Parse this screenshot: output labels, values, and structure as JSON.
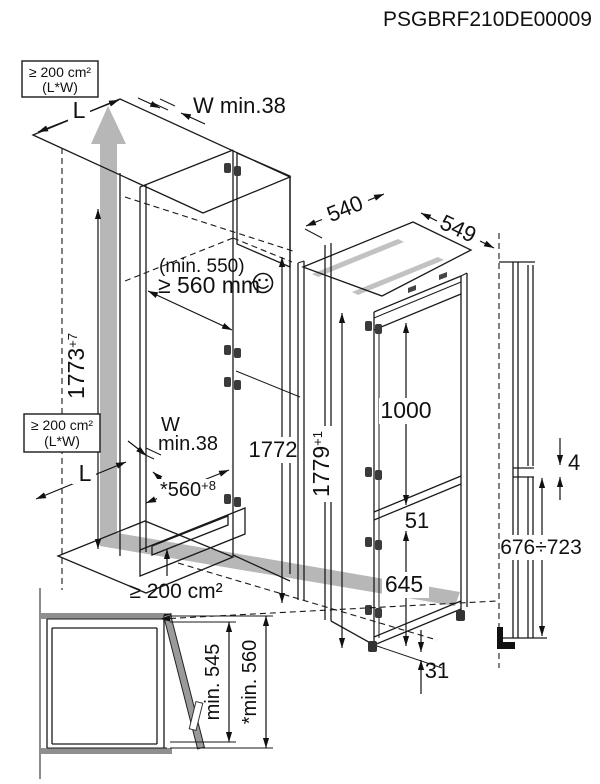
{
  "title": "PSGBRF210DE00009",
  "main_view": {
    "vent_top_box": {
      "line1": "≥ 200 cm²",
      "line2": "(L*W)"
    },
    "vent_mid_box": {
      "line1": "≥ 200 cm²",
      "line2": "(L*W)"
    },
    "length_label_top": "L",
    "length_label_mid": "L",
    "wall_thickness_top": "W min.38",
    "wall_thickness_mid_line1": "W",
    "wall_thickness_mid_line2": "min.38",
    "depth_note": "(min. 550)",
    "depth_min": "≥ 560 mm",
    "cabinet_height": "1773",
    "cabinet_height_tolerance": "+7",
    "niche_height": "1772",
    "niche_width": "*560",
    "niche_width_tolerance": "+8",
    "vent_bottom_label": "≥ 200 cm²"
  },
  "appliance": {
    "top_depth": "540",
    "top_width": "549",
    "total_height": "1779",
    "total_height_tolerance": "+1",
    "upper_door_height": "1000",
    "door_gap": "51",
    "lower_door_height": "645",
    "bottom_clearance": "31"
  },
  "side_view": {
    "panel_gap": "4",
    "lower_panel_range": "676÷723"
  },
  "plan_view": {
    "inner_depth": "min. 545",
    "outer_depth": "*min. 560"
  },
  "colors": {
    "line": "#1a1a1a",
    "airflow_gray": "#b7b7b7",
    "panel_gray": "#8f8f8f"
  }
}
